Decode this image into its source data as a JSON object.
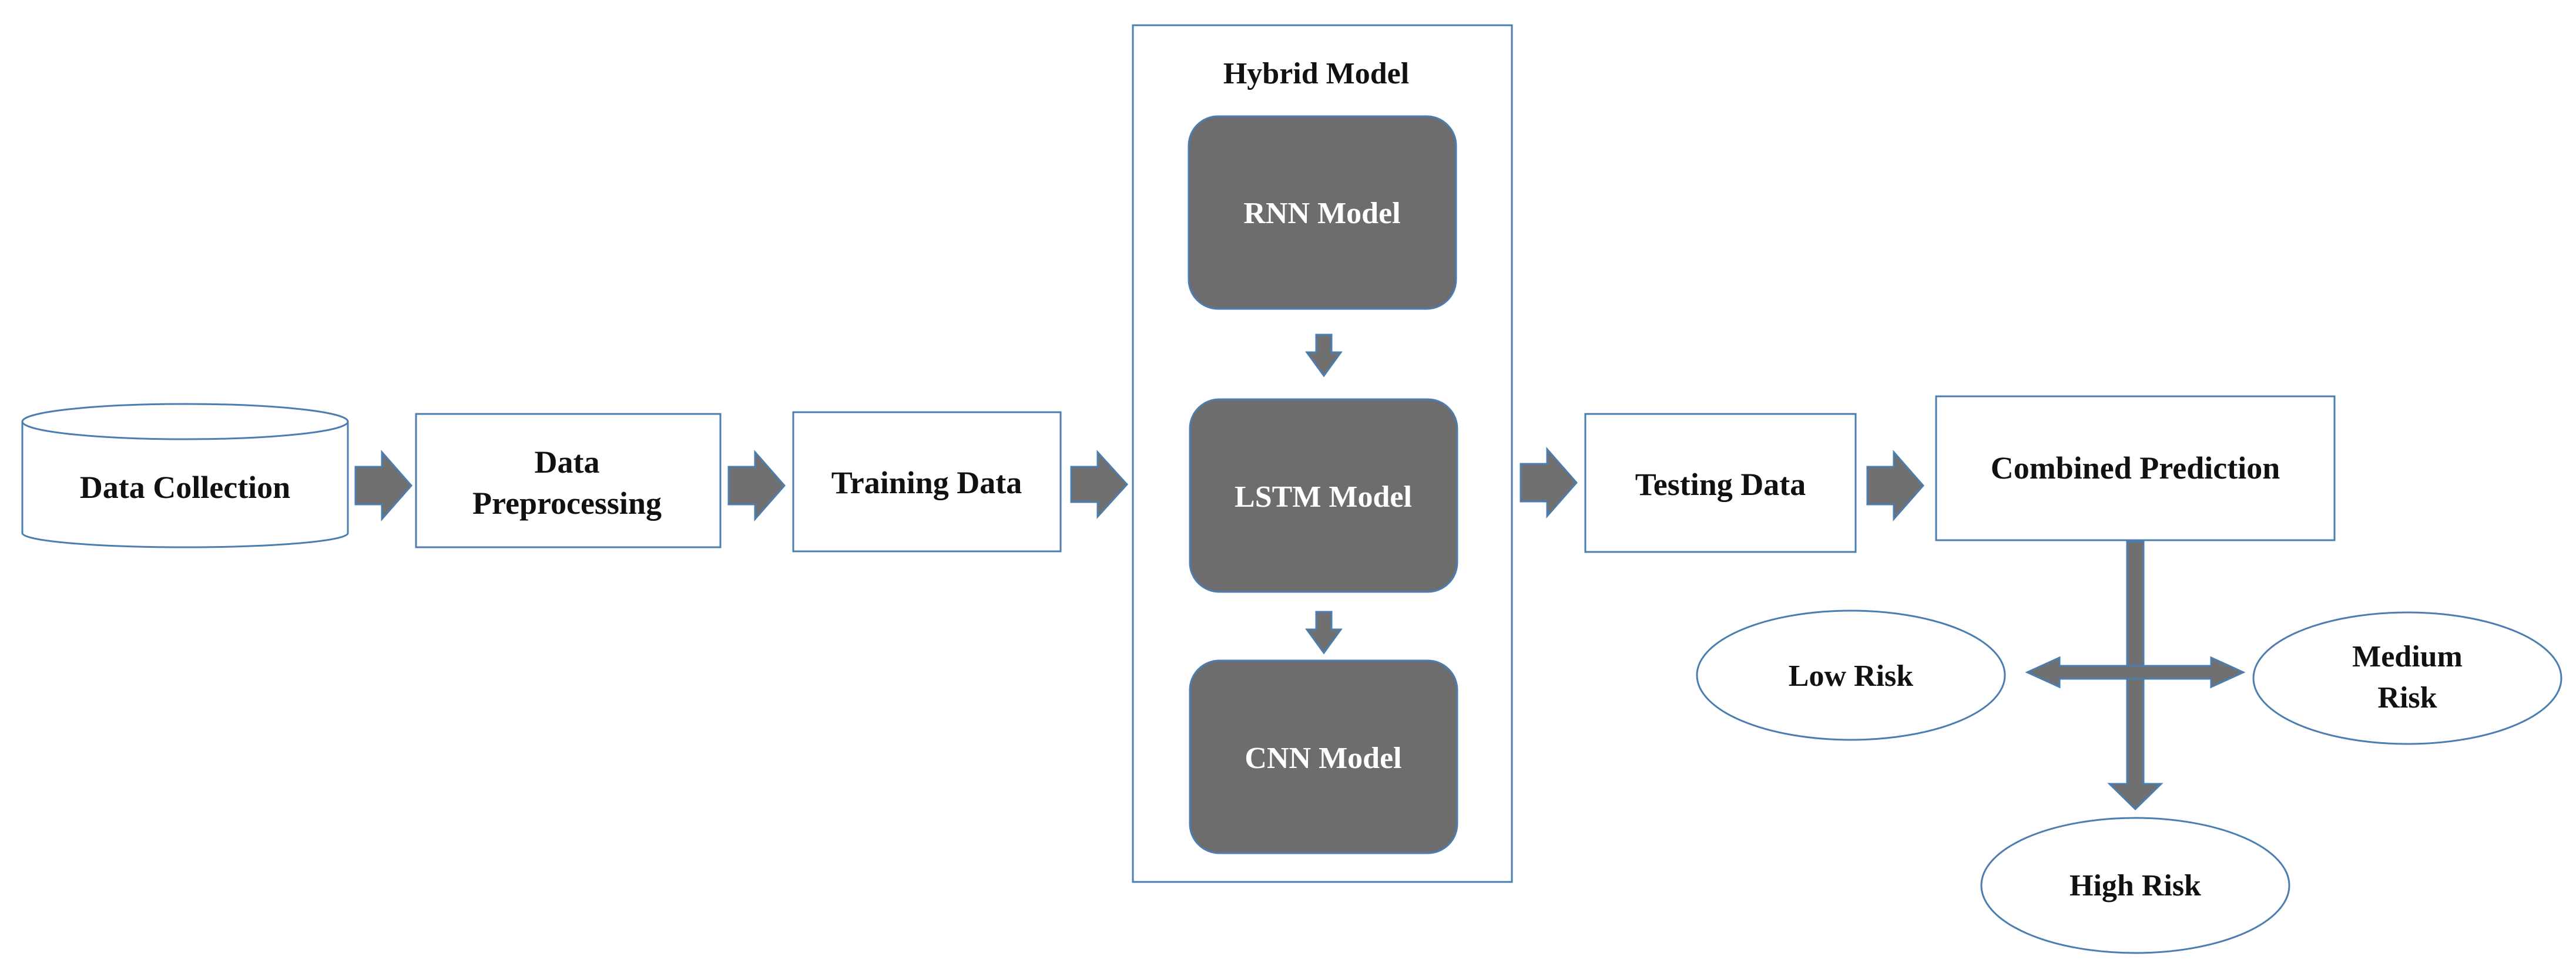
{
  "diagram": {
    "data_collection": "Data Collection",
    "data_preprocessing_line1": "Data",
    "data_preprocessing_line2": "Preprocessing",
    "training_data": "Training Data",
    "hybrid_model_title": "Hybrid Model",
    "rnn_model": "RNN Model",
    "lstm_model": "LSTM Model",
    "cnn_model": "CNN Model",
    "testing_data": "Testing Data",
    "combined_prediction": "Combined Prediction",
    "low_risk": "Low Risk",
    "medium_risk_line1": "Medium",
    "medium_risk_line2": "Risk",
    "high_risk": "High Risk"
  },
  "colors": {
    "box_border": "#4a7eb0",
    "model_fill": "#6d6d6d",
    "arrow_fill": "#707070",
    "text": "#111111"
  }
}
